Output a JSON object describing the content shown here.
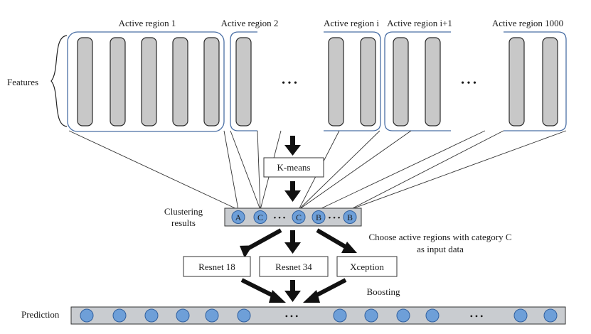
{
  "features_label": "Features",
  "regions": [
    {
      "label": "Active region 1",
      "bars": 5
    },
    {
      "label": "Active region 2",
      "bars": 1
    },
    {
      "label": "Active region i",
      "bars": 2
    },
    {
      "label": "Active region i+1",
      "bars": 2
    },
    {
      "label": "Active region 1000",
      "bars": 2
    }
  ],
  "ellipsis": "• • •",
  "kmeans_label": "K-means",
  "clustering_label_line1": "Clustering",
  "clustering_label_line2": "results",
  "cluster_nodes": [
    "A",
    "C",
    "C",
    "B",
    "B"
  ],
  "choose_label_line1": "Choose active regions with category C",
  "choose_label_line2": "as input data",
  "models": [
    "Resnet 18",
    "Resnet 34",
    "Xception"
  ],
  "boosting_label": "Boosting",
  "prediction_label": "Prediction",
  "colors": {
    "bar_fill": "#c8c8c8",
    "region_border": "#4a6fa5",
    "node_fill": "#6e9fd8",
    "node_stroke": "#2f5f9e",
    "strip_fill": "#c9ccd0",
    "arrow": "#111111"
  }
}
